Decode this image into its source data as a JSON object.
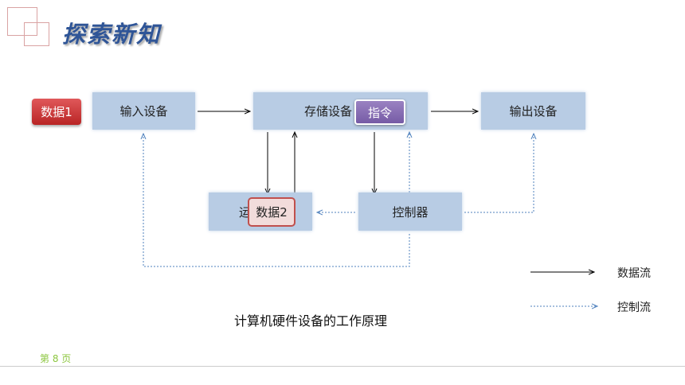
{
  "header": {
    "title": "探索新知"
  },
  "diagram": {
    "nodes": {
      "input": "输入设备",
      "storage": "存储设备",
      "output": "输出设备",
      "alu": "运",
      "controller": "控制器"
    },
    "tags": {
      "data1": "数据1",
      "instruction": "指令",
      "data2": "数据2"
    },
    "caption": "计算机硬件设备的工作原理"
  },
  "legend": {
    "data_flow": "数据流",
    "control_flow": "控制流"
  },
  "colors": {
    "box_fill": "#b8cce4",
    "title_blue": "#2f5597",
    "data_flow_line": "#000000",
    "control_flow_line": "#4f81bd",
    "data1_red": "#c0504d",
    "instruction_purple": "#8064a2",
    "page_num_green": "#8cc63f"
  },
  "footer": {
    "page_label": "第 8 页"
  }
}
